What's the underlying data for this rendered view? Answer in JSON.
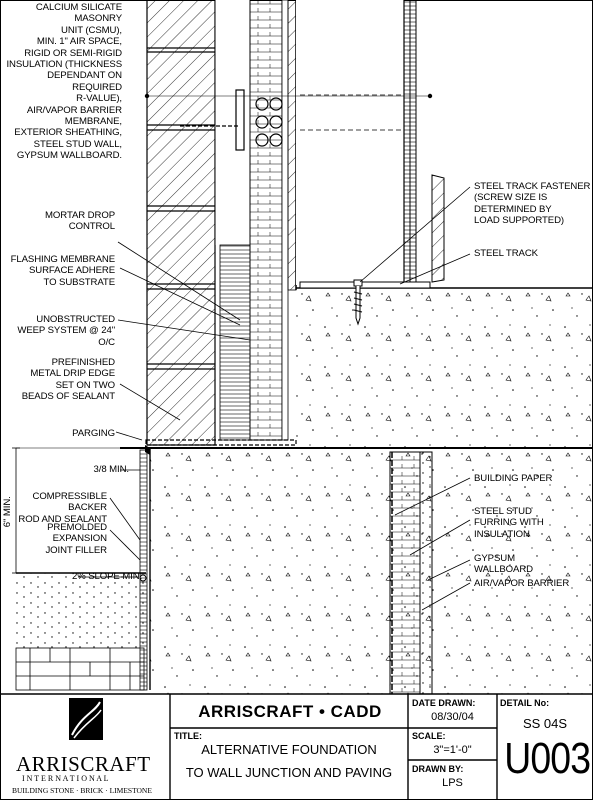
{
  "labels_left": {
    "csmu": "CALCIUM SILICATE MASONRY\nUNIT (CSMU),\nMIN. 1\" AIR SPACE,\nRIGID OR SEMI-RIGID\nINSULATION (THICKNESS\nDEPENDANT ON REQUIRED\nR-VALUE),\nAIR/VAPOR BARRIER\nMEMBRANE,\nEXTERIOR SHEATHING,\nSTEEL STUD WALL,\nGYPSUM WALLBOARD.",
    "mortar": "MORTAR DROP\nCONTROL",
    "flashing": "FLASHING MEMBRANE\nSURFACE ADHERE\nTO SUBSTRATE",
    "weep": "UNOBSTRUCTED\nWEEP SYSTEM @ 24\" O/C",
    "drip": "PREFINISHED\nMETAL DRIP EDGE\nSET ON TWO\nBEADS OF SEALANT",
    "parging": "PARGING",
    "min38": "3/8 MIN.",
    "backer": "COMPRESSIBLE BACKER\nROD AND SEALANT",
    "joint": "PREMOLDED EXPANSION\nJOINT FILLER",
    "slope": "2% SLOPE MIN.",
    "sixmin": "6\" MIN."
  },
  "labels_right": {
    "fastener": "STEEL TRACK FASTENER\n(SCREW SIZE IS\nDETERMINED BY\nLOAD SUPPORTED)",
    "track": "STEEL TRACK",
    "paper": "BUILDING PAPER",
    "furring": "STEEL STUD\nFURRING WITH\nINSULATION",
    "gypsum": "GYPSUM\nWALLBOARD",
    "barrier": "AIR/VAPOR BARRIER"
  },
  "title_block": {
    "company": "ARRISCRAFT • CADD",
    "title_label": "TITLE:",
    "title_line1": "ALTERNATIVE FOUNDATION",
    "title_line2": "TO WALL JUNCTION AND PAVING",
    "date_label": "DATE DRAWN:",
    "date_value": "08/30/04",
    "scale_label": "SCALE:",
    "scale_value": "3\"=1'-0\"",
    "drawn_label": "DRAWN BY:",
    "drawn_value": "LPS",
    "detail_label": "DETAIL No:",
    "detail_sub": "SS 04S",
    "detail_number": "U003",
    "logo_name": "ARRISCRAFT",
    "logo_sub": "I N T E R N A T I O N A L",
    "logo_tag": "BUILDING STONE · BRICK · LIMESTONE"
  }
}
